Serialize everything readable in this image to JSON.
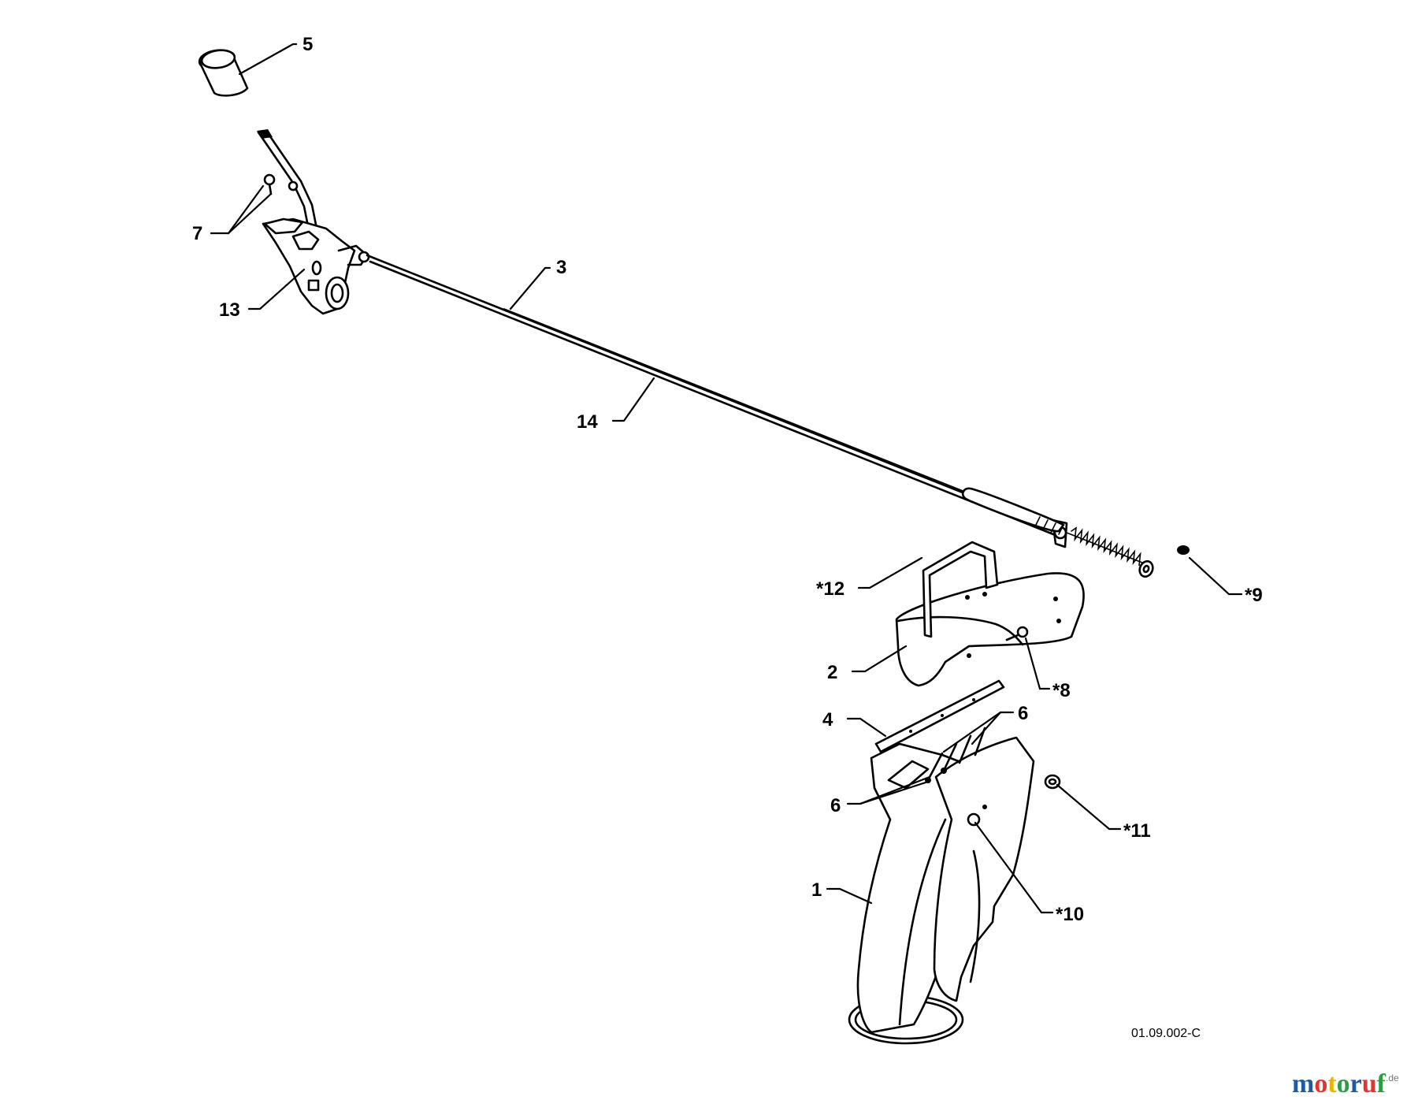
{
  "diagram": {
    "callouts": {
      "c1": "1",
      "c2": "2",
      "c3": "3",
      "c4": "4",
      "c5": "5",
      "c6a": "6",
      "c6b": "6",
      "c7": "7",
      "c8": "*8",
      "c9": "*9",
      "c10": "*10",
      "c11": "*11",
      "c12": "*12",
      "c13": "13",
      "c14": "14"
    },
    "drawing_code": "01.09.002-C"
  },
  "watermark": {
    "letters": [
      "m",
      "o",
      "t",
      "o",
      "r",
      "u",
      "f"
    ],
    "letter_colors": [
      "#1f5aa6",
      "#e3342f",
      "#f0b400",
      "#2e9e44",
      "#1f5aa6",
      "#e3342f",
      "#2e9e44"
    ],
    "suffix": ".de"
  }
}
